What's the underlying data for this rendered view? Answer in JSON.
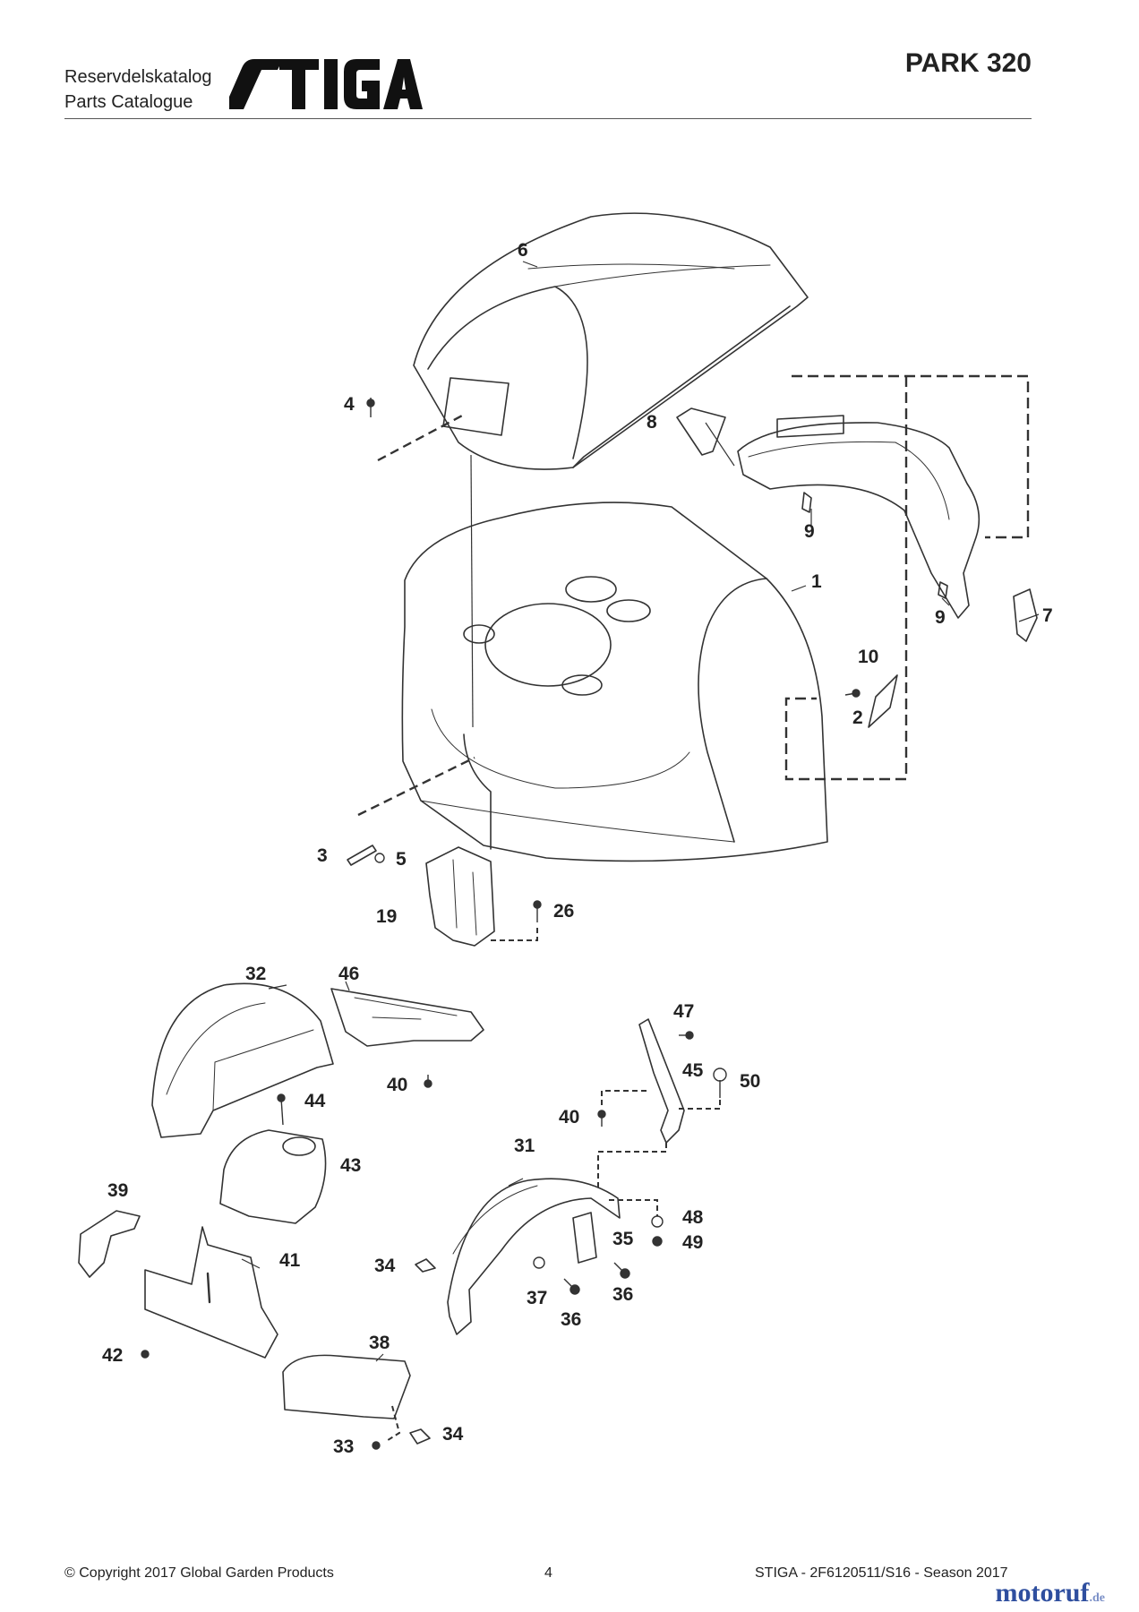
{
  "header": {
    "line1": "Reservdelskatalog",
    "line2": "Parts Catalogue",
    "brand": "STIGA",
    "model": "PARK 320"
  },
  "callouts": {
    "p1": "1",
    "p2": "2",
    "p3": "3",
    "p4": "4",
    "p5": "5",
    "p6": "6",
    "p7": "7",
    "p8": "8",
    "p9a": "9",
    "p9b": "9",
    "p10": "10",
    "p19": "19",
    "p26": "26",
    "p31": "31",
    "p32": "32",
    "p33": "33",
    "p34a": "34",
    "p34b": "34",
    "p35": "35",
    "p36a": "36",
    "p36b": "36",
    "p37": "37",
    "p38": "38",
    "p39": "39",
    "p40a": "40",
    "p40b": "40",
    "p41": "41",
    "p42": "42",
    "p43": "43",
    "p44": "44",
    "p45": "45",
    "p46": "46",
    "p47": "47",
    "p48": "48",
    "p49": "49",
    "p50": "50"
  },
  "footer": {
    "copyright": "© Copyright 2017 Global Garden Products",
    "page": "4",
    "doc": "STIGA - 2F6120511/S16 - Season 2017"
  },
  "watermark": {
    "name": "motoruf",
    "tld": ".de"
  }
}
